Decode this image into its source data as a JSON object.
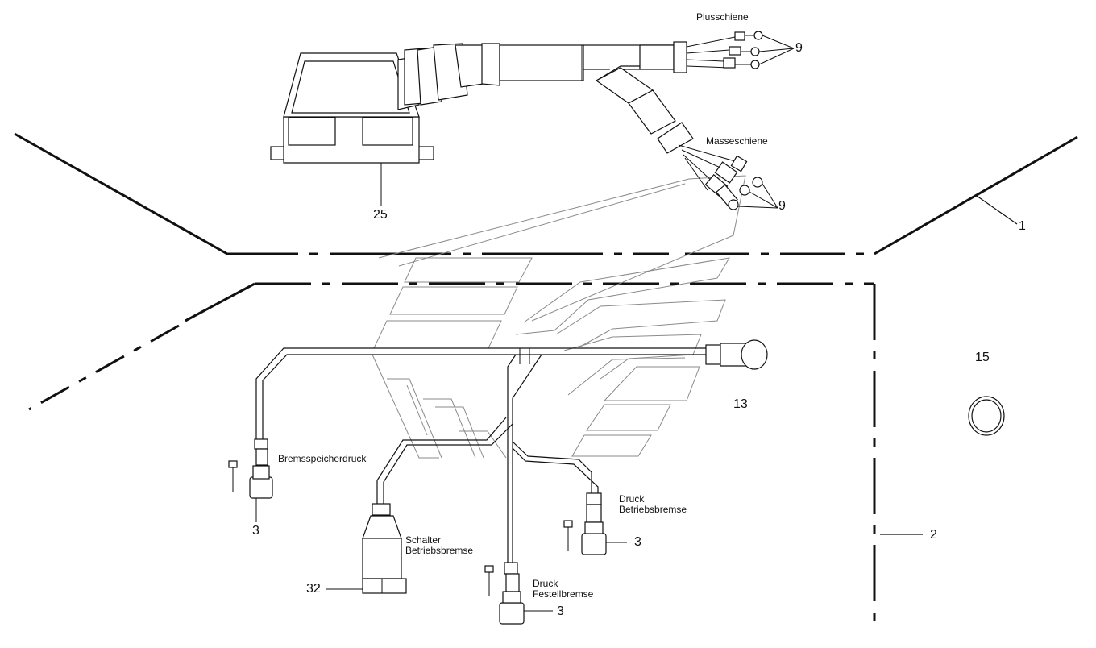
{
  "labels": {
    "plusschiene": "Plusschiene",
    "masseschiene": "Masseschiene",
    "bremsspeicherdruck": "Bremsspeicherdruck",
    "druck_betriebsbremse_1": "Druck",
    "druck_betriebsbremse_2": "Betriebsbremse",
    "schalter_betriebsbremse_1": "Schalter",
    "schalter_betriebsbremse_2": "Betriebsbremse",
    "druck_festellbremse_1": "Druck",
    "druck_festellbremse_2": "Festellbremse"
  },
  "callouts": {
    "c9_top": "9",
    "c9_bottom": "9",
    "c25": "25",
    "c1": "1",
    "c2": "2",
    "c13": "13",
    "c15": "15",
    "c3_left": "3",
    "c3_right": "3",
    "c3_bottom": "3",
    "c32": "32"
  }
}
